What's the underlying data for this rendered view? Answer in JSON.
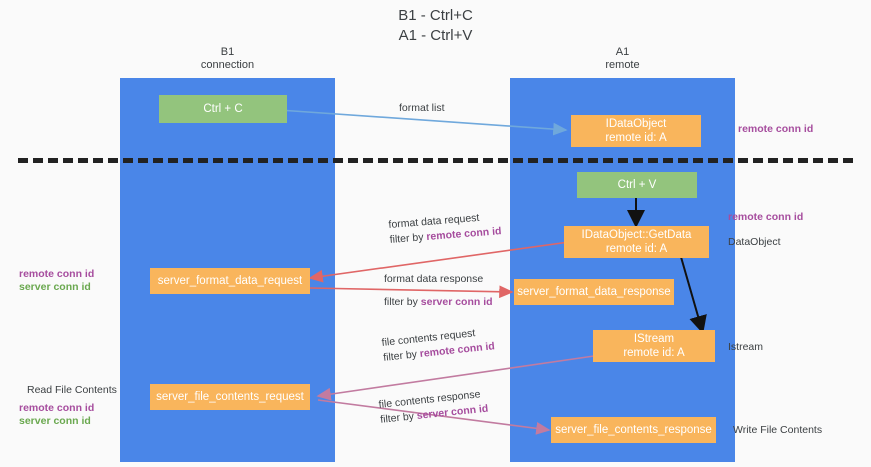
{
  "title": {
    "line1": "B1 - Ctrl+C",
    "line2": "A1 - Ctrl+V"
  },
  "columns": [
    {
      "name": "B1",
      "role": "connection"
    },
    {
      "name": "A1",
      "role": "remote"
    }
  ],
  "colors": {
    "lane": "#4a86e8",
    "green_node": "#93c47d",
    "orange_node": "#f9b55c",
    "remote_conn_id": "#a64d9e",
    "server_conn_id": "#6aa84f",
    "divider": "#222222",
    "edge_format_list": "#6fa8dc",
    "edge_format_data": "#e06666",
    "edge_file_contents": "#c27ba0",
    "edge_black": "#000000"
  },
  "nodes": {
    "ctrl_c": {
      "label": "Ctrl + C"
    },
    "idataobject": {
      "line1": "IDataObject",
      "line2": "remote id: A"
    },
    "ctrl_v": {
      "label": "Ctrl + V"
    },
    "getdata": {
      "line1": "IDataObject::GetData",
      "line2": "remote id: A"
    },
    "server_format_data_request": {
      "label": "server_format_data_request"
    },
    "server_format_data_response": {
      "label": "server_format_data_response"
    },
    "istream": {
      "line1": "IStream",
      "line2": "remote id: A"
    },
    "server_file_contents_request": {
      "label": "server_file_contents_request"
    },
    "server_file_contents_response": {
      "label": "server_file_contents_response"
    }
  },
  "edge_labels": {
    "format_list": "format list",
    "format_data_request": "format data request",
    "format_data_request_filter_prefix": "filter by ",
    "format_data_request_filter_key": "remote conn id",
    "format_data_response": "format data response",
    "format_data_response_filter_prefix": "filter by ",
    "format_data_response_filter_key": "server conn id",
    "file_contents_request": "file contents request",
    "file_contents_request_filter_prefix": "filter by ",
    "file_contents_request_filter_key": "remote conn id",
    "file_contents_response": "file contents response",
    "file_contents_response_filter_prefix": "filter by ",
    "file_contents_response_filter_key": "server conn id"
  },
  "side_labels": {
    "right_remote_conn_id_top": "remote conn id",
    "right_remote_conn_id_mid": "remote conn id",
    "right_dataobject": "DataObject",
    "right_istream": "Istream",
    "right_write_file_contents": "Write File Contents",
    "left_remote_conn_id_mid": "remote conn id",
    "left_server_conn_id_mid": "server conn id",
    "left_read_file_contents": "Read File Contents",
    "left_remote_conn_id_bottom": "remote conn id",
    "left_server_conn_id_bottom": "server conn id"
  }
}
